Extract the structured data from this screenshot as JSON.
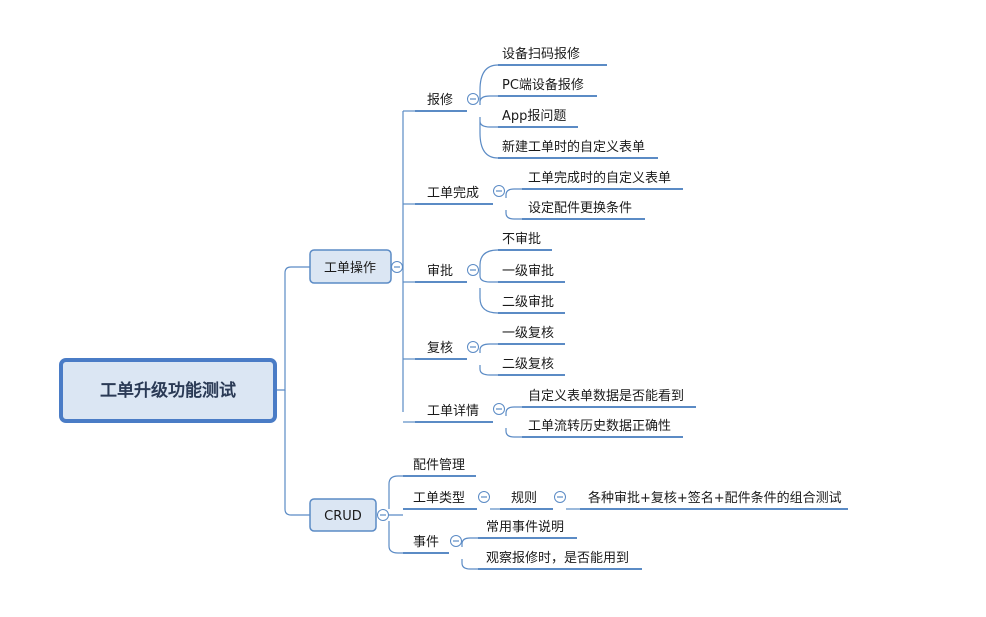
{
  "root": {
    "label": "工单升级功能测试"
  },
  "branches": [
    {
      "label": "工单操作",
      "children": [
        {
          "label": "报修",
          "children": [
            "设备扫码报修",
            "PC端设备报修",
            "App报问题",
            "新建工单时的自定义表单"
          ]
        },
        {
          "label": "工单完成",
          "children": [
            "工单完成时的自定义表单",
            "设定配件更换条件"
          ]
        },
        {
          "label": "审批",
          "children": [
            "不审批",
            "一级审批",
            "二级审批"
          ]
        },
        {
          "label": "复核",
          "children": [
            "一级复核",
            "二级复核"
          ]
        },
        {
          "label": "工单详情",
          "children": [
            "自定义表单数据是否能看到",
            "工单流转历史数据正确性"
          ]
        }
      ]
    },
    {
      "label": "CRUD",
      "children": [
        {
          "label": "配件管理",
          "children": []
        },
        {
          "label": "工单类型",
          "children": [
            {
              "label": "规则",
              "children": [
                "各种审批+复核+签名+配件条件的组合测试"
              ]
            }
          ]
        },
        {
          "label": "事件",
          "children": [
            "常用事件说明",
            "观察报修时，是否能用到"
          ]
        }
      ]
    }
  ],
  "colors": {
    "line": "#5b8bc5",
    "box_fill": "#dbe6f3",
    "box_stroke": "#5b8bc5",
    "root_stroke": "#4a7cc6"
  },
  "icons": {
    "collapse_toggle": "minus-circle-icon"
  }
}
